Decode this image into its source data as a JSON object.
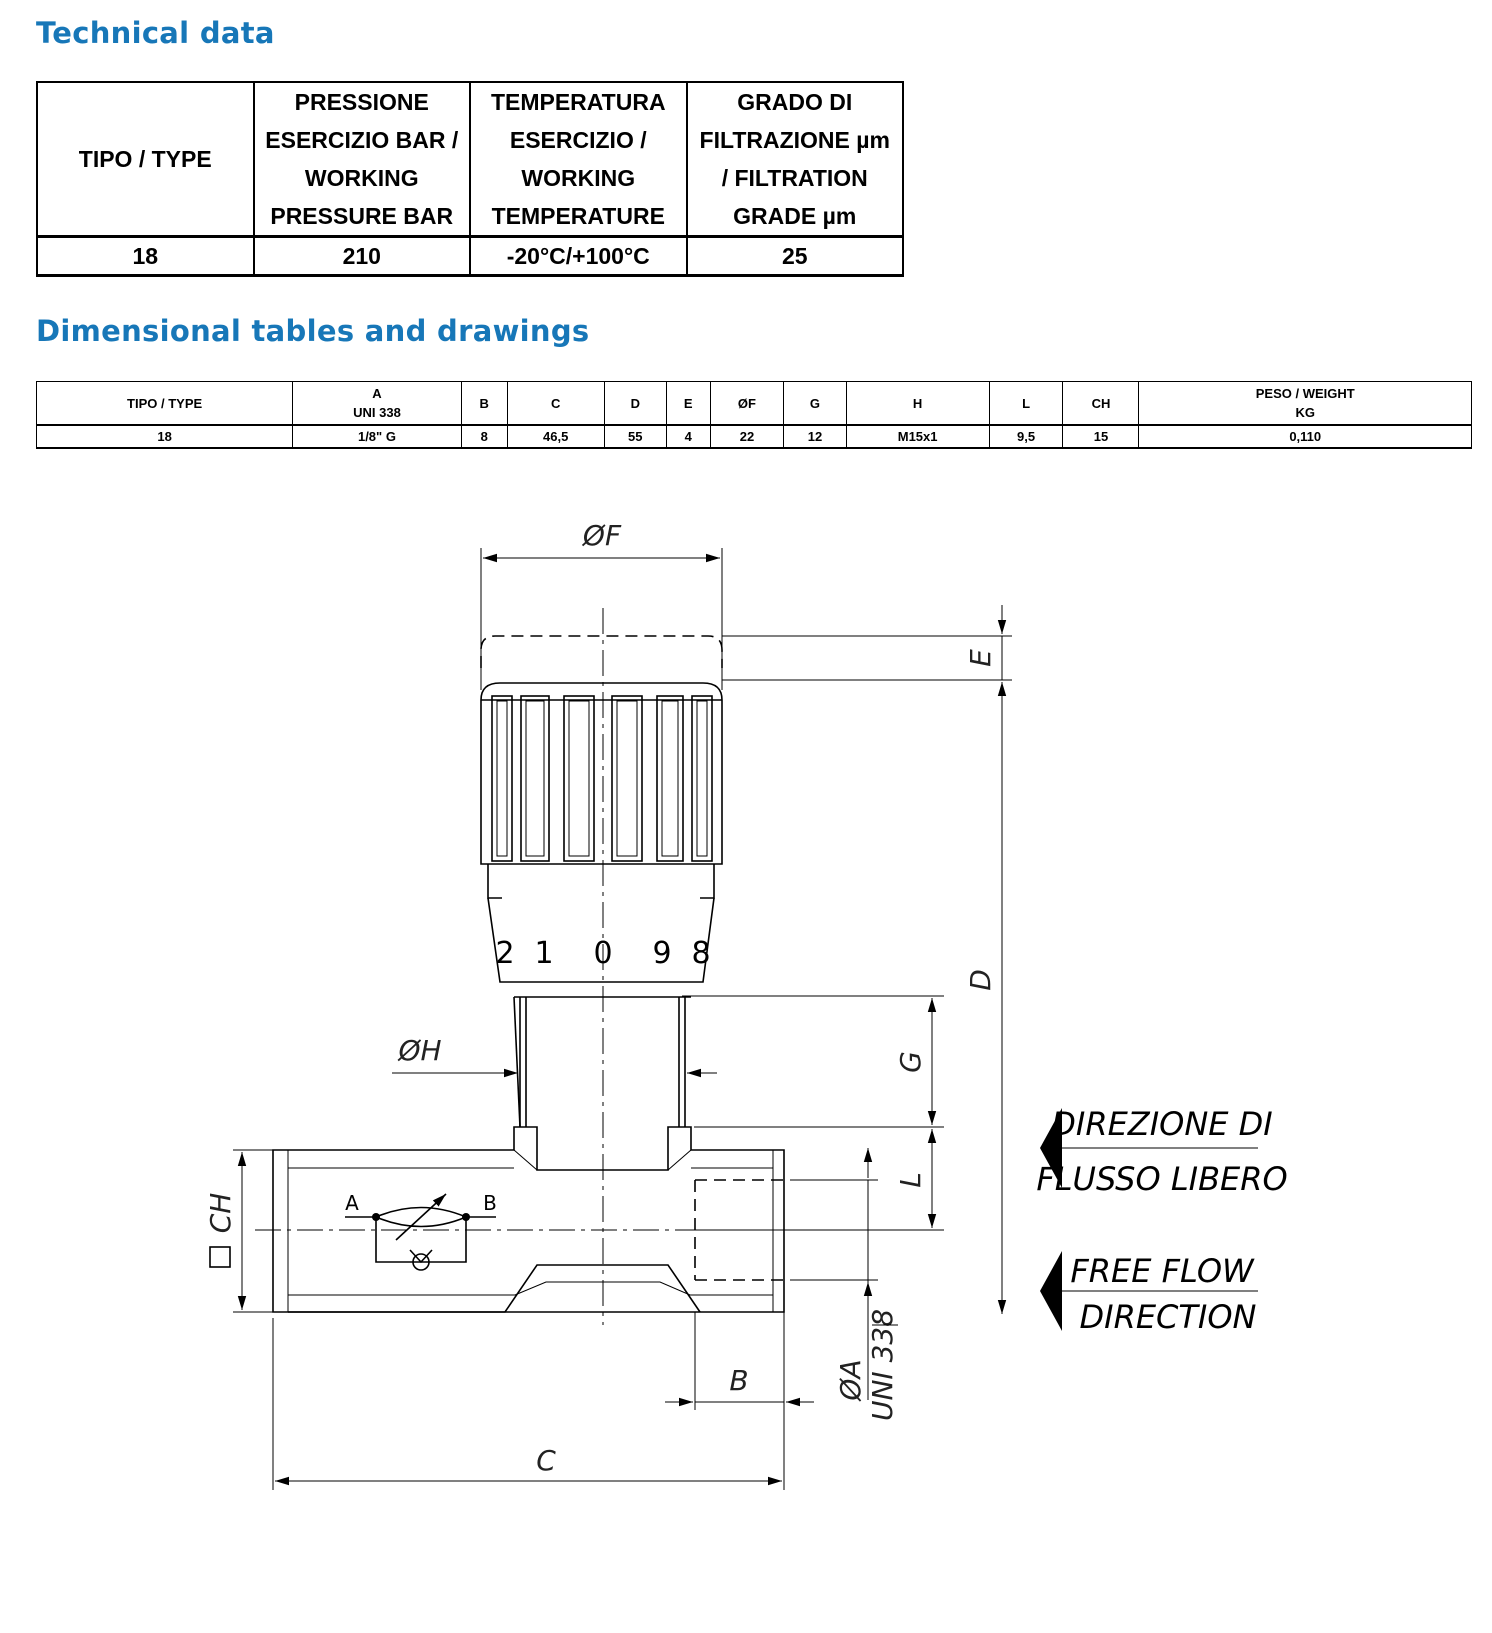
{
  "sections": {
    "technical_title": "Technical data",
    "dimensional_title": "Dimensional tables and drawings"
  },
  "technical_table": {
    "headers": [
      [
        "TIPO / TYPE"
      ],
      [
        "PRESSIONE",
        "ESERCIZIO BAR /",
        "WORKING",
        "PRESSURE BAR"
      ],
      [
        "TEMPERATURA",
        "ESERCIZIO /",
        "WORKING",
        "TEMPERATURE"
      ],
      [
        "GRADO DI",
        "FILTRAZIONE µm",
        "/ FILTRATION",
        "GRADE µm"
      ]
    ],
    "row": [
      "18",
      "210",
      "-20°C/+100°C",
      "25"
    ]
  },
  "dimensional_table": {
    "headers": [
      [
        "TIPO / TYPE"
      ],
      [
        "A",
        "UNI 338"
      ],
      [
        "B"
      ],
      [
        "C"
      ],
      [
        "D"
      ],
      [
        "E"
      ],
      [
        "ØF"
      ],
      [
        "G"
      ],
      [
        "H"
      ],
      [
        "L"
      ],
      [
        "CH"
      ],
      [
        "PESO / WEIGHT",
        "KG"
      ]
    ],
    "row": [
      "18",
      "1/8\" G",
      "8",
      "46,5",
      "55",
      "4",
      "22",
      "12",
      "M15x1",
      "9,5",
      "15",
      "0,110"
    ]
  },
  "drawing": {
    "labels": {
      "F": "ØF",
      "E": "E",
      "D": "D",
      "G": "G",
      "H": "ØH",
      "L": "L",
      "CH": "CH",
      "B": "B",
      "A": "ØA",
      "A_std": "UNI 338",
      "C": "C",
      "port_a": "A",
      "port_b": "B"
    },
    "dial_numbers": [
      "2",
      "1",
      "0",
      "9",
      "8"
    ],
    "flow_it": [
      "DIREZIONE DI",
      "FLUSSO LIBERO"
    ],
    "flow_en": [
      "FREE FLOW",
      "DIRECTION"
    ]
  }
}
